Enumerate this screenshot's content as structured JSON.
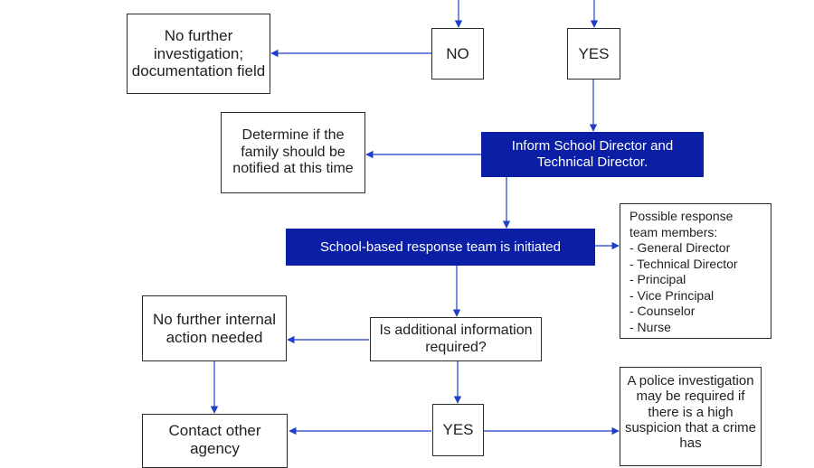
{
  "colors": {
    "accent": "#0a1fa5",
    "connector": "#1f3fc8",
    "border": "#2b2b2b"
  },
  "nodes": {
    "no_further_investigation": "No further investigation; documentation field",
    "no_1": "NO",
    "yes_1": "YES",
    "determine_family": "Determine if the family should be notified at this time",
    "inform_directors": "Inform School Director and Technical Director.",
    "response_team_initiated": "School-based response team is initiated",
    "team_members": {
      "heading": "Possible response team members:",
      "items": [
        "- General Director",
        "- Technical Director",
        "- Principal",
        "- Vice Principal",
        "- Counselor",
        "- Nurse"
      ]
    },
    "no_internal_action": "No further internal action needed",
    "additional_info": "Is additional information required?",
    "contact_agency": "Contact other agency",
    "yes_2": "YES",
    "police_investigation": "A police investigation may be required if there is a high suspicion that a crime has"
  }
}
